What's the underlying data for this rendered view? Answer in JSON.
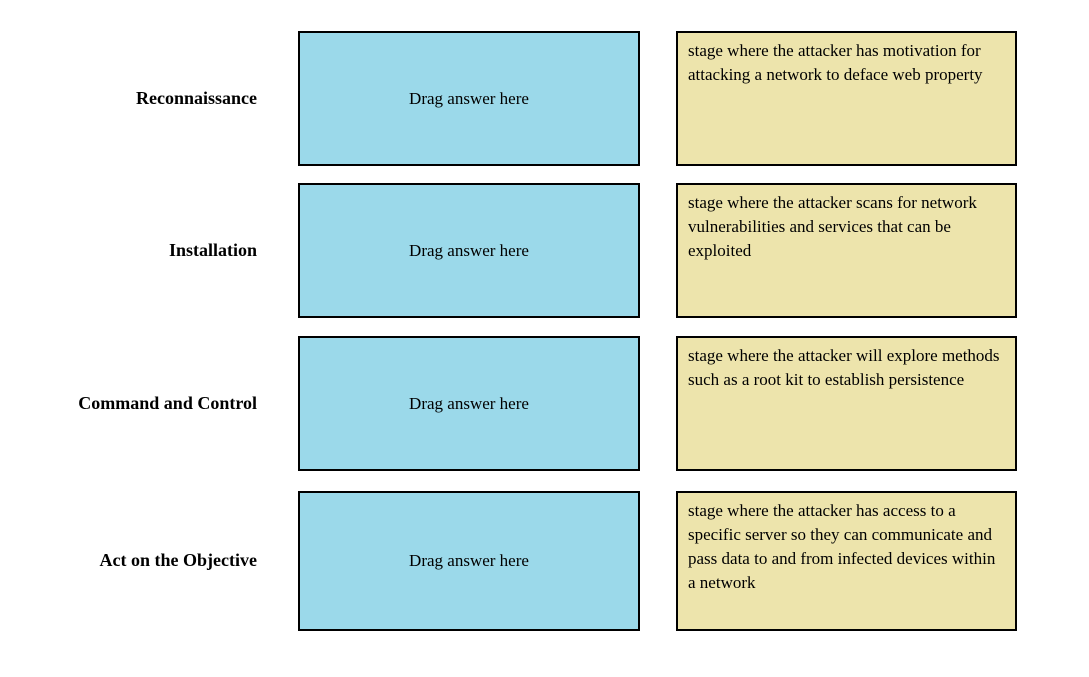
{
  "colors": {
    "drop_zone_fill": "#9BD9EA",
    "description_fill": "#EDE4AC",
    "border": "#000000",
    "page_background": "#FFFFFF"
  },
  "rows": [
    {
      "label": "Reconnaissance",
      "drop_text": "Drag answer here",
      "description": "stage where the attacker has motivation for attacking a network to deface web property"
    },
    {
      "label": "Installation",
      "drop_text": "Drag answer here",
      "description": "stage where the attacker scans for network vulnerabilities and services that can be exploited"
    },
    {
      "label": "Command and Control",
      "drop_text": "Drag answer here",
      "description": "stage where the attacker will explore methods such as a root kit to establish persistence"
    },
    {
      "label": "Act on the Objective",
      "drop_text": "Drag answer here",
      "description": "stage where the attacker has access to a specific server so they can communicate and pass data to and from infected devices within a network"
    }
  ]
}
